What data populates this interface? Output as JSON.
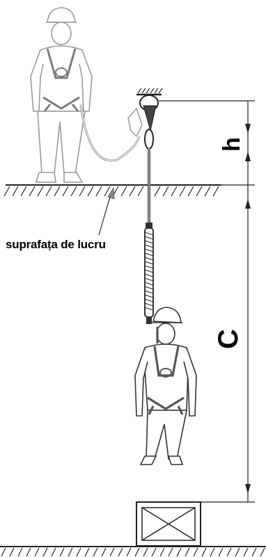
{
  "labels": {
    "work_surface": "suprafața de lucru",
    "h": "h",
    "c": "C"
  },
  "colors": {
    "line": "#222222",
    "faded_figure": "#9a9a9a",
    "harness": "#7a7a7a",
    "lanyard": "#555555",
    "background": "#ffffff"
  },
  "icons": {
    "standing_worker": "worker-with-harness-icon",
    "hanging_worker": "suspended-worker-icon",
    "anchor": "anchor-point-icon",
    "obstacle": "crossed-box-icon",
    "energy_absorber": "spring-absorber-icon"
  }
}
